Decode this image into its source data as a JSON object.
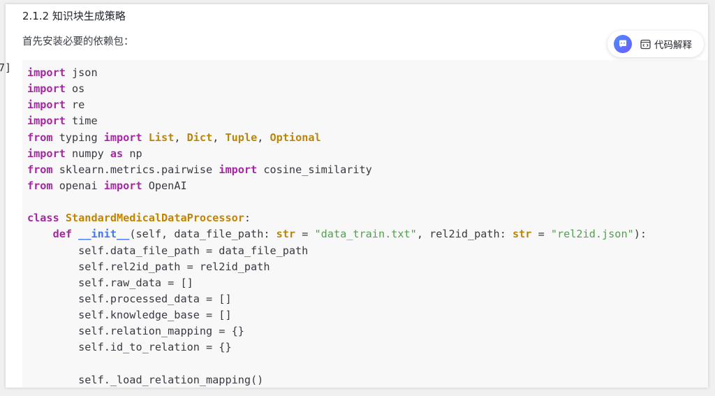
{
  "section": {
    "heading": "2.1.2 知识块生成策略",
    "intro": "首先安装必要的依赖包："
  },
  "gutter": {
    "bracket": "7]"
  },
  "explain_button": {
    "label": "代码解释",
    "chat_icon": "chat-bubble-icon",
    "code_icon": "code-window-icon"
  },
  "code": {
    "language": "python",
    "lines": [
      [
        {
          "t": "kw",
          "s": "import"
        },
        {
          "t": "plain",
          "s": " json"
        }
      ],
      [
        {
          "t": "kw",
          "s": "import"
        },
        {
          "t": "plain",
          "s": " os"
        }
      ],
      [
        {
          "t": "kw",
          "s": "import"
        },
        {
          "t": "plain",
          "s": " re"
        }
      ],
      [
        {
          "t": "kw",
          "s": "import"
        },
        {
          "t": "plain",
          "s": " time"
        }
      ],
      [
        {
          "t": "kw",
          "s": "from"
        },
        {
          "t": "plain",
          "s": " typing "
        },
        {
          "t": "kw",
          "s": "import"
        },
        {
          "t": "plain",
          "s": " "
        },
        {
          "t": "type",
          "s": "List"
        },
        {
          "t": "plain",
          "s": ", "
        },
        {
          "t": "type",
          "s": "Dict"
        },
        {
          "t": "plain",
          "s": ", "
        },
        {
          "t": "type",
          "s": "Tuple"
        },
        {
          "t": "plain",
          "s": ", "
        },
        {
          "t": "type",
          "s": "Optional"
        }
      ],
      [
        {
          "t": "kw",
          "s": "import"
        },
        {
          "t": "plain",
          "s": " numpy "
        },
        {
          "t": "kw",
          "s": "as"
        },
        {
          "t": "plain",
          "s": " np"
        }
      ],
      [
        {
          "t": "kw",
          "s": "from"
        },
        {
          "t": "plain",
          "s": " sklearn.metrics.pairwise "
        },
        {
          "t": "kw",
          "s": "import"
        },
        {
          "t": "plain",
          "s": " cosine_similarity"
        }
      ],
      [
        {
          "t": "kw",
          "s": "from"
        },
        {
          "t": "plain",
          "s": " openai "
        },
        {
          "t": "kw",
          "s": "import"
        },
        {
          "t": "plain",
          "s": " OpenAI"
        }
      ],
      [],
      [
        {
          "t": "kw",
          "s": "class"
        },
        {
          "t": "plain",
          "s": " "
        },
        {
          "t": "class",
          "s": "StandardMedicalDataProcessor"
        },
        {
          "t": "plain",
          "s": ":"
        }
      ],
      [
        {
          "t": "plain",
          "s": "    "
        },
        {
          "t": "kw",
          "s": "def"
        },
        {
          "t": "plain",
          "s": " "
        },
        {
          "t": "func",
          "s": "__init__"
        },
        {
          "t": "plain",
          "s": "(self, data_file_path: "
        },
        {
          "t": "type",
          "s": "str"
        },
        {
          "t": "plain",
          "s": " = "
        },
        {
          "t": "str",
          "s": "\"data_train.txt\""
        },
        {
          "t": "plain",
          "s": ", rel2id_path: "
        },
        {
          "t": "type",
          "s": "str"
        },
        {
          "t": "plain",
          "s": " = "
        },
        {
          "t": "str",
          "s": "\"rel2id.json\""
        },
        {
          "t": "plain",
          "s": "):"
        }
      ],
      [
        {
          "t": "plain",
          "s": "        self.data_file_path = data_file_path"
        }
      ],
      [
        {
          "t": "plain",
          "s": "        self.rel2id_path = rel2id_path"
        }
      ],
      [
        {
          "t": "plain",
          "s": "        self.raw_data = []"
        }
      ],
      [
        {
          "t": "plain",
          "s": "        self.processed_data = []"
        }
      ],
      [
        {
          "t": "plain",
          "s": "        self.knowledge_base = []"
        }
      ],
      [
        {
          "t": "plain",
          "s": "        self.relation_mapping = {}"
        }
      ],
      [
        {
          "t": "plain",
          "s": "        self.id_to_relation = {}"
        }
      ],
      [],
      [
        {
          "t": "plain",
          "s": "        self._load_relation_mapping()"
        }
      ]
    ]
  },
  "colors": {
    "keyword": "#a626a4",
    "type": "#b8860b",
    "class_name": "#c18401",
    "function": "#4078f2",
    "string": "#50a14f",
    "plain": "#383a42",
    "code_background": "#f8f8f8"
  }
}
